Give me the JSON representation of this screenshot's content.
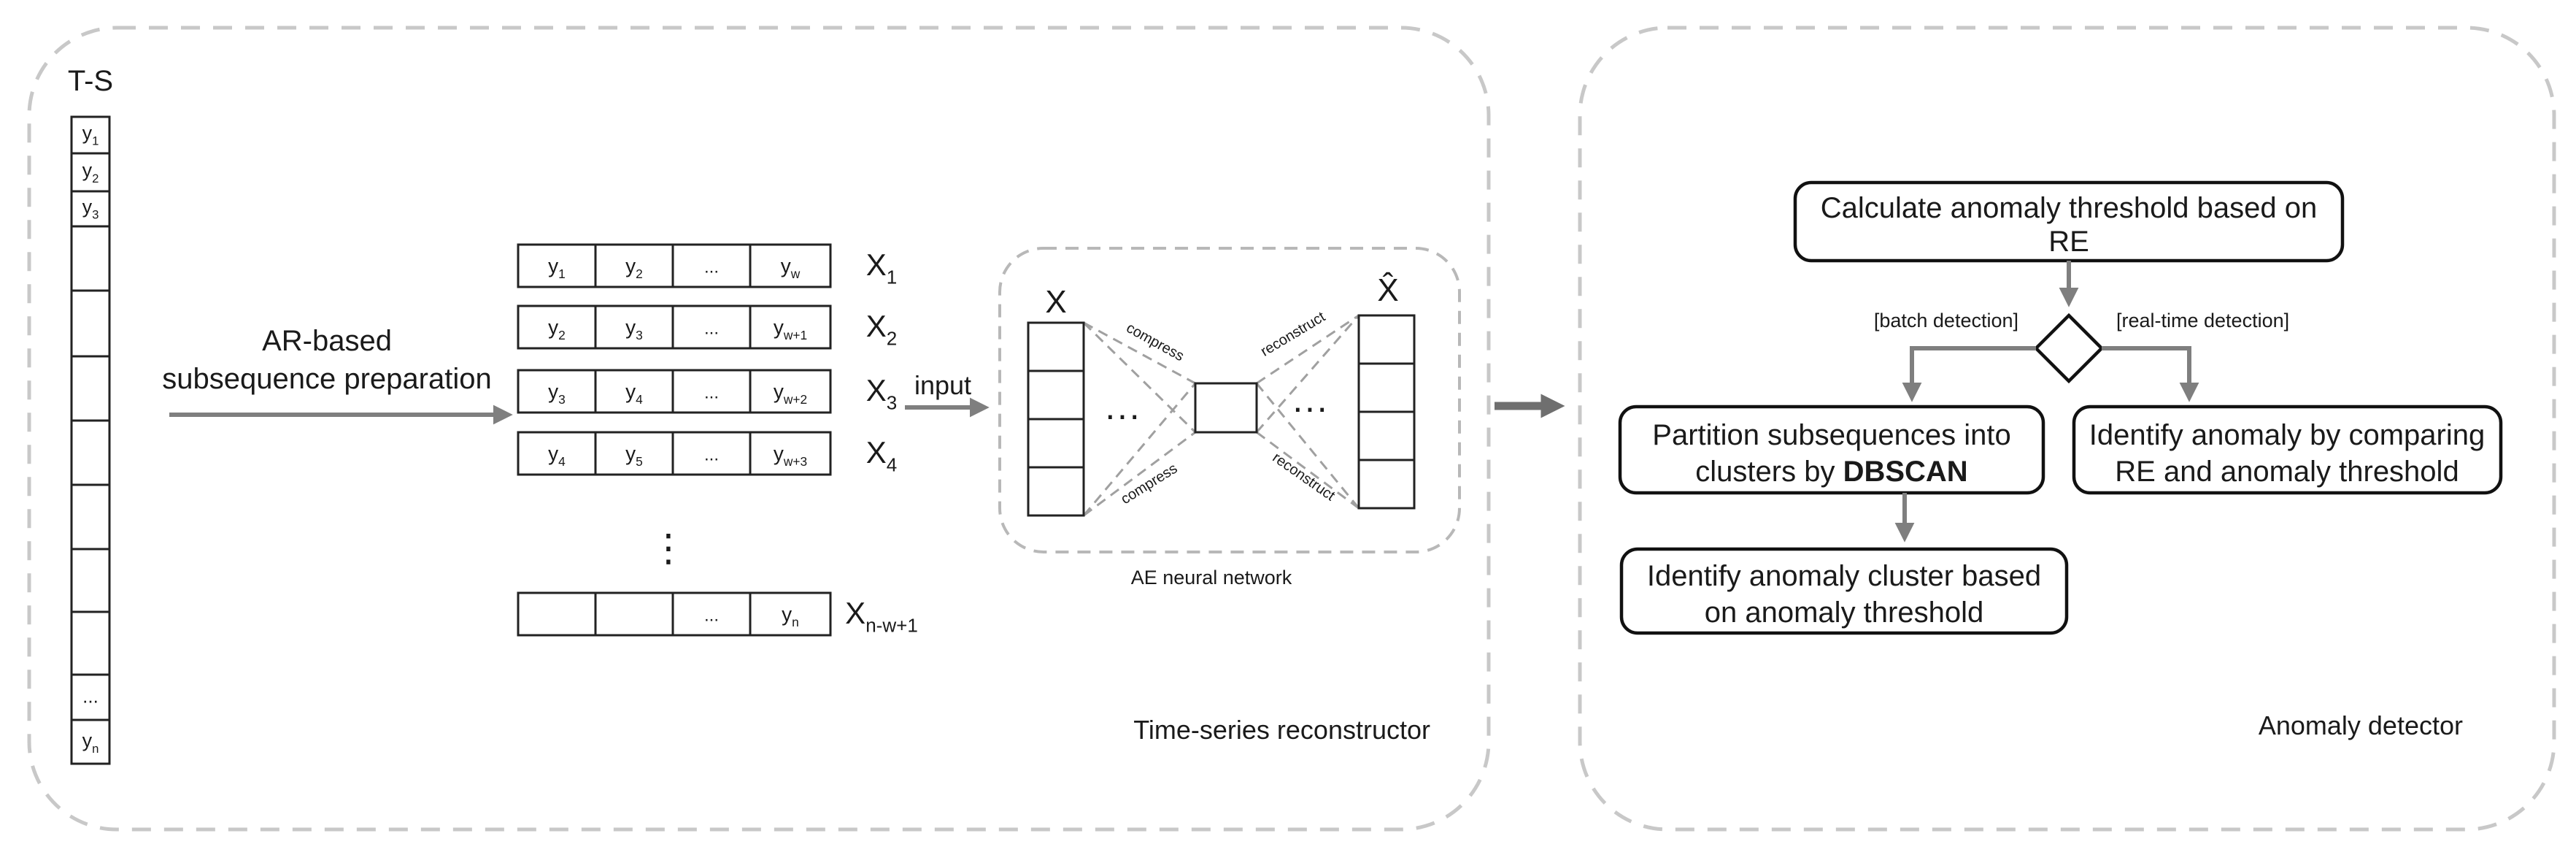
{
  "panels": {
    "reconstructor_label": "Time-series reconstructor",
    "detector_label": "Anomaly detector"
  },
  "ts_column": {
    "title": "T-S",
    "cells": [
      {
        "base": "y",
        "sub": "1"
      },
      {
        "base": "y",
        "sub": "2"
      },
      {
        "base": "y",
        "sub": "3"
      },
      {
        "base": "",
        "sub": ""
      },
      {
        "base": "",
        "sub": ""
      },
      {
        "base": "",
        "sub": ""
      },
      {
        "base": "",
        "sub": ""
      },
      {
        "base": "",
        "sub": ""
      },
      {
        "base": "",
        "sub": ""
      },
      {
        "base": "",
        "sub": ""
      },
      {
        "base": "...",
        "sub": ""
      },
      {
        "base": "y",
        "sub": "n"
      }
    ]
  },
  "prep_label": {
    "line1": "AR-based",
    "line2": "subsequence preparation"
  },
  "subsequences": [
    {
      "cells": [
        {
          "base": "y",
          "sub": "1"
        },
        {
          "base": "y",
          "sub": "2"
        },
        {
          "base": "...",
          "sub": ""
        },
        {
          "base": "y",
          "sub": "w"
        }
      ],
      "label": {
        "base": "X",
        "sub": "1"
      }
    },
    {
      "cells": [
        {
          "base": "y",
          "sub": "2"
        },
        {
          "base": "y",
          "sub": "3"
        },
        {
          "base": "...",
          "sub": ""
        },
        {
          "base": "y",
          "sub": "w+1"
        }
      ],
      "label": {
        "base": "X",
        "sub": "2"
      }
    },
    {
      "cells": [
        {
          "base": "y",
          "sub": "3"
        },
        {
          "base": "y",
          "sub": "4"
        },
        {
          "base": "...",
          "sub": ""
        },
        {
          "base": "y",
          "sub": "w+2"
        }
      ],
      "label": {
        "base": "X",
        "sub": "3"
      }
    },
    {
      "cells": [
        {
          "base": "y",
          "sub": "4"
        },
        {
          "base": "y",
          "sub": "5"
        },
        {
          "base": "...",
          "sub": ""
        },
        {
          "base": "y",
          "sub": "w+3"
        }
      ],
      "label": {
        "base": "X",
        "sub": "4"
      }
    },
    {
      "cells": [
        {
          "base": "",
          "sub": ""
        },
        {
          "base": "",
          "sub": ""
        },
        {
          "base": "...",
          "sub": ""
        },
        {
          "base": "y",
          "sub": "n"
        }
      ],
      "label": {
        "base": "X",
        "sub": "n-w+1"
      }
    }
  ],
  "vdots": "⋮",
  "input_label": "input",
  "ae": {
    "input_label": "X",
    "output_label": "X̂",
    "compress_label": "compress",
    "reconstruct_label": "reconstruct",
    "ellipsis": "···",
    "caption": "AE neural network"
  },
  "flow": {
    "threshold_box": {
      "line1": "Calculate anomaly threshold based on",
      "line2": "RE"
    },
    "batch_label": "[batch detection]",
    "realtime_label": "[real-time detection]",
    "partition_box": {
      "line1": "Partition subsequences into",
      "line2_prefix": "clusters by ",
      "line2_bold": "DBSCAN"
    },
    "compare_box": {
      "line1": "Identify anomaly by comparing",
      "line2": "RE and anomaly threshold"
    },
    "cluster_box": {
      "line1": "Identify anomaly cluster based",
      "line2": "on anomaly threshold"
    }
  }
}
